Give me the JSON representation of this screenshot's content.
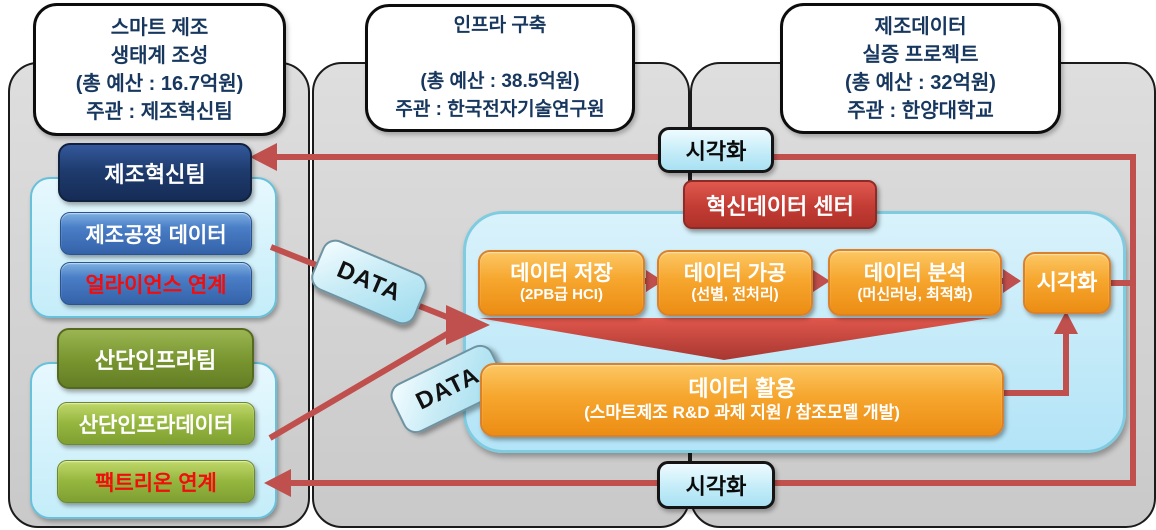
{
  "panels": [
    {
      "id": "ecosystem",
      "title_lines": [
        "스마트 제조",
        "생태계 조성",
        "(총 예산 : 16.7억원)",
        "주관 : 제조혁신팀"
      ]
    },
    {
      "id": "infra",
      "title_lines": [
        "인프라 구축",
        "",
        "(총 예산 : 38.5억원)",
        "주관 : 한국전자기술연구원"
      ]
    },
    {
      "id": "demo",
      "title_lines": [
        "제조데이터",
        "실증 프로젝트",
        "(총 예산 : 32억원)",
        "주관 : 한양대학교"
      ]
    }
  ],
  "left_column": {
    "team1": "제조혁신팀",
    "process_data": "제조공정 데이터",
    "alliance_link": "얼라이언스 연계",
    "team2": "산단인프라팀",
    "industrial_data": "산단인프라데이터",
    "factory_on_link": "팩트리온 연계"
  },
  "center": {
    "header": "혁신데이터 센터",
    "steps": [
      {
        "title": "데이터 저장",
        "subtitle": "(2PB급 HCI)"
      },
      {
        "title": "데이터 가공",
        "subtitle": "(선별, 전처리)"
      },
      {
        "title": "데이터 분석",
        "subtitle": "(머신러닝, 최적화)"
      },
      {
        "title": "시각화",
        "subtitle": ""
      }
    ],
    "usage": {
      "title": "데이터 활용",
      "subtitle": "(스마트제조 R&D 과제 지원 / 참조모델 개발)"
    }
  },
  "flow_labels": {
    "data1": "DATA",
    "data2": "DATA",
    "viz_top": "시각화",
    "viz_bottom": "시각화"
  },
  "colors": {
    "arrow_red": "#c0504d",
    "chevron_red_top": "#e0574c",
    "chevron_red_bottom": "#a83731",
    "title_navy": "#17375e",
    "navy_box": "#1f3c6f",
    "blue_box": "#4a7ec7",
    "olive_box": "#77942f",
    "green_box": "#94b53e",
    "orange_box": "#f6a62e",
    "center_red": "#c23c34",
    "light_blue_container": "#c4edf9",
    "panel_gray": "#d2d2d2",
    "link_text_red": "#f20d0d"
  }
}
